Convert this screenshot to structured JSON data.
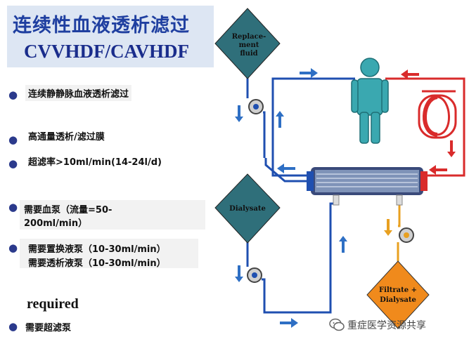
{
  "title": {
    "cn": "连续性血液透析滤过",
    "en": "CVVHDF/CAVHDF"
  },
  "bullets": [
    {
      "text": "连续静静脉血液透析滤过"
    },
    {
      "text": "高通量透析/滤过膜"
    },
    {
      "text": "超滤率>10ml/min(14-24l/d)"
    },
    {
      "lines": [
        "需要血泵（流量=50-",
        "200ml/min）"
      ]
    },
    {
      "lines": [
        "需要置换液泵（10-30ml/min）",
        "需要透析液泵（10-30ml/min）"
      ]
    },
    {
      "text": "需要超滤泵"
    }
  ],
  "required_label": "required",
  "diagram": {
    "replacement_fluid": [
      "Replace-",
      "ment",
      "fluid"
    ],
    "dialysate": "Dialysate",
    "filtrate": [
      "Filtrate +",
      "Dialysate"
    ],
    "colors": {
      "arterial": "#d92b2b",
      "venous": "#1f4fb0",
      "filtrate": "#e8a020",
      "diamond_teal": "#2f6f7a",
      "diamond_orange": "#f08a1c",
      "person": "#3aa8b0",
      "arrow_blue": "#2e6fc4"
    }
  },
  "watermark": {
    "icon": "wechat-icon",
    "text": "重症医学资源共享"
  }
}
